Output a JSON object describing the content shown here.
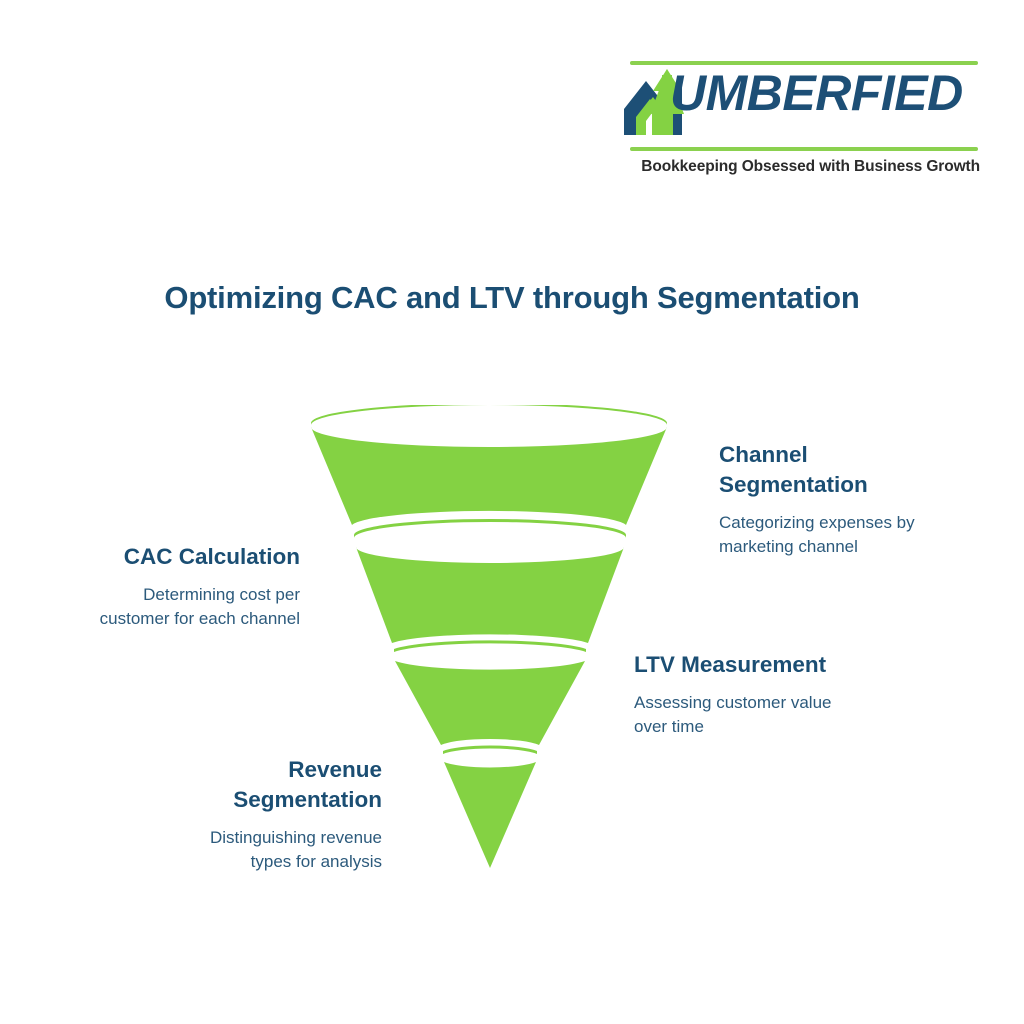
{
  "brand": {
    "wordmark": "UMBERFIED",
    "tagline": "Bookkeeping Obsessed with Business Growth",
    "mark_icon": "n-arrow-growth-icon",
    "colors": {
      "green": "#84D243",
      "green_rule": "#8BD14F",
      "navy": "#1D4F76",
      "heading_navy": "#1B4E73",
      "body_blue": "#2C5A7C",
      "background": "#FFFFFF"
    }
  },
  "title": "Optimizing CAC and LTV through Segmentation",
  "funnel": {
    "segment_count": 4,
    "fill_color": "#84D243",
    "divider_color": "#FFFFFF",
    "segments": [
      {
        "index": 1,
        "name": "channel-segmentation"
      },
      {
        "index": 2,
        "name": "cac-calculation"
      },
      {
        "index": 3,
        "name": "ltv-measurement"
      },
      {
        "index": 4,
        "name": "revenue-segmentation"
      }
    ]
  },
  "callouts": [
    {
      "id": "channel",
      "heading": "Channel\nSegmentation",
      "description": "Categorizing expenses by\nmarketing channel"
    },
    {
      "id": "cac",
      "heading": "CAC Calculation",
      "description": "Determining cost per\ncustomer for each channel"
    },
    {
      "id": "ltv",
      "heading": "LTV Measurement",
      "description": "Assessing customer value\nover time"
    },
    {
      "id": "revenue",
      "heading": "Revenue\nSegmentation",
      "description": "Distinguishing revenue\ntypes for analysis"
    }
  ]
}
